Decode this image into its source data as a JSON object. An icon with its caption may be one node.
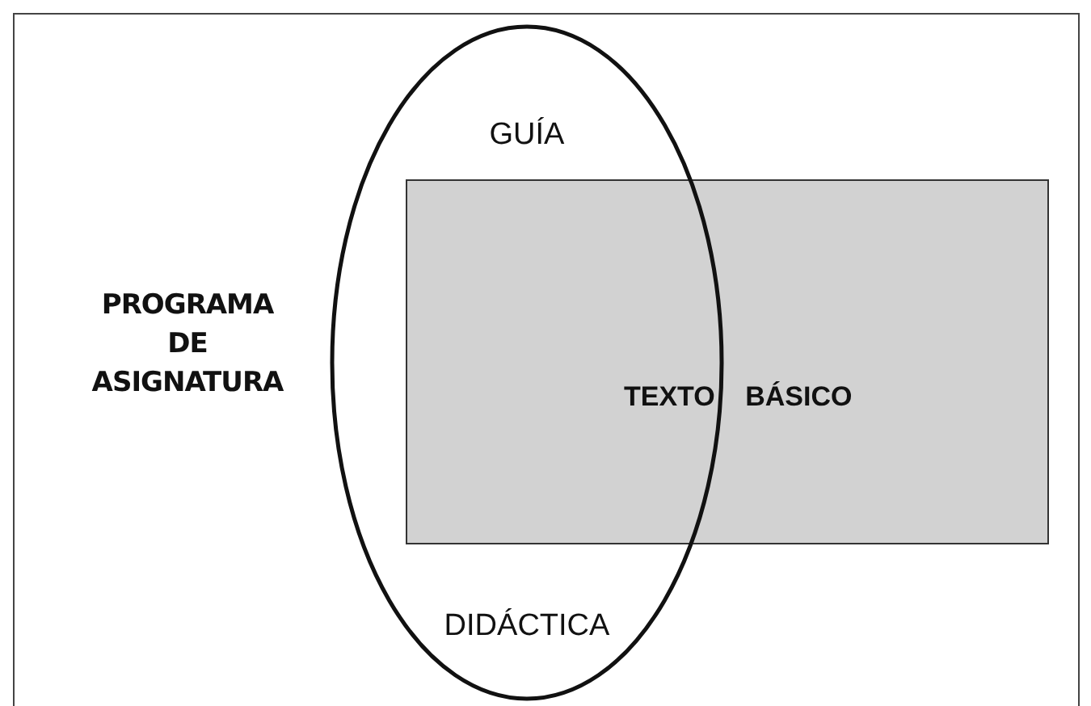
{
  "diagram": {
    "nodes": [
      {
        "text": [
          "PROGRAMA DE ASIGNATURA"
        ]
      },
      {
        "text": [
          "GUÍA",
          "DIDÁCTICA"
        ],
        "in": 0
      },
      {
        "text": [
          "TEXTO BÁSICO"
        ],
        "in": 0
      }
    ],
    "edges": []
  }
}
